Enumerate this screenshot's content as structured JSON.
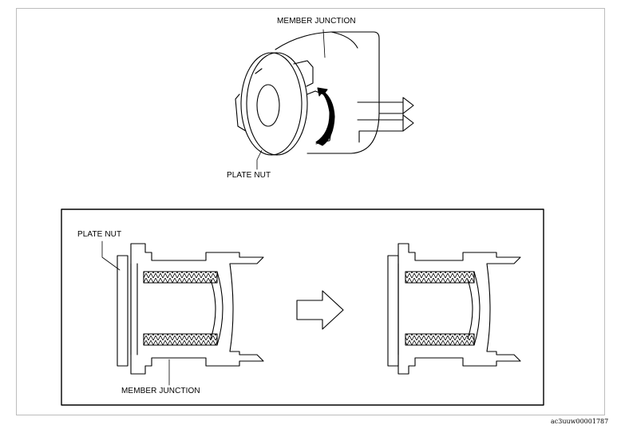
{
  "figure": {
    "top_view": {
      "label_member_junction": "MEMBER JUNCTION",
      "label_plate_nut": "PLATE NUT"
    },
    "section_view": {
      "label_plate_nut": "PLATE NUT",
      "label_member_junction": "MEMBER JUNCTION"
    },
    "reference_id": "ac3uuw00001787"
  }
}
